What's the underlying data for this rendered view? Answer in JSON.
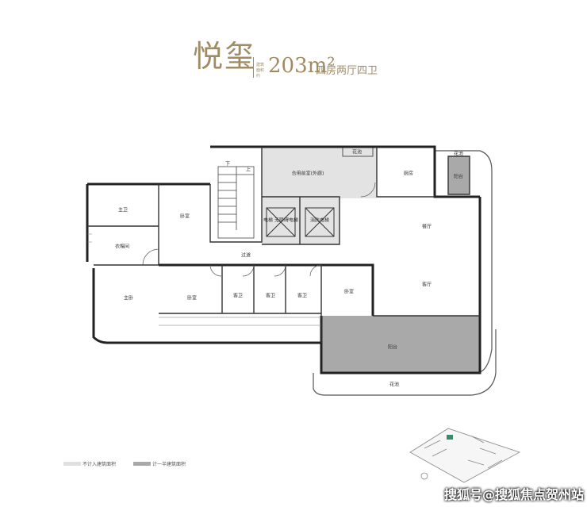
{
  "title": {
    "name": "悦玺",
    "area_note": "建筑面积约",
    "area": "203m²",
    "layout": "四房两厅四卫"
  },
  "rooms": {
    "garden_top": "花池",
    "garden_right": "花池",
    "garden_bottom": "花池",
    "stair_down": "下",
    "stair_up": "上",
    "elevator_hall": "合用前室(外廊)",
    "kitchen": "厨房",
    "balcony_top": "阳台",
    "elevator_label": "电梯 无障碍电梯",
    "fire_elevator": "消防电梯",
    "master_bath": "主卫",
    "bedroom_top": "卧室",
    "dining": "餐厅",
    "walk_in": "衣帽间",
    "corridor": "过道",
    "master_bed": "主卧",
    "bedroom_mid": "卧室",
    "guest_bath_1": "客卫",
    "guest_bath_2": "客卫",
    "guest_bath_3": "客卫",
    "bedroom_right": "卧室",
    "living": "客厅",
    "balcony_main": "阳台"
  },
  "legend": {
    "not_counted": "不计入建筑面积",
    "half_counted": "计一半建筑面积",
    "not_counted_color": "#e0e0e0",
    "half_counted_color": "#a9a9a9"
  },
  "watermark": "搜狐号@搜狐焦点贺州站"
}
